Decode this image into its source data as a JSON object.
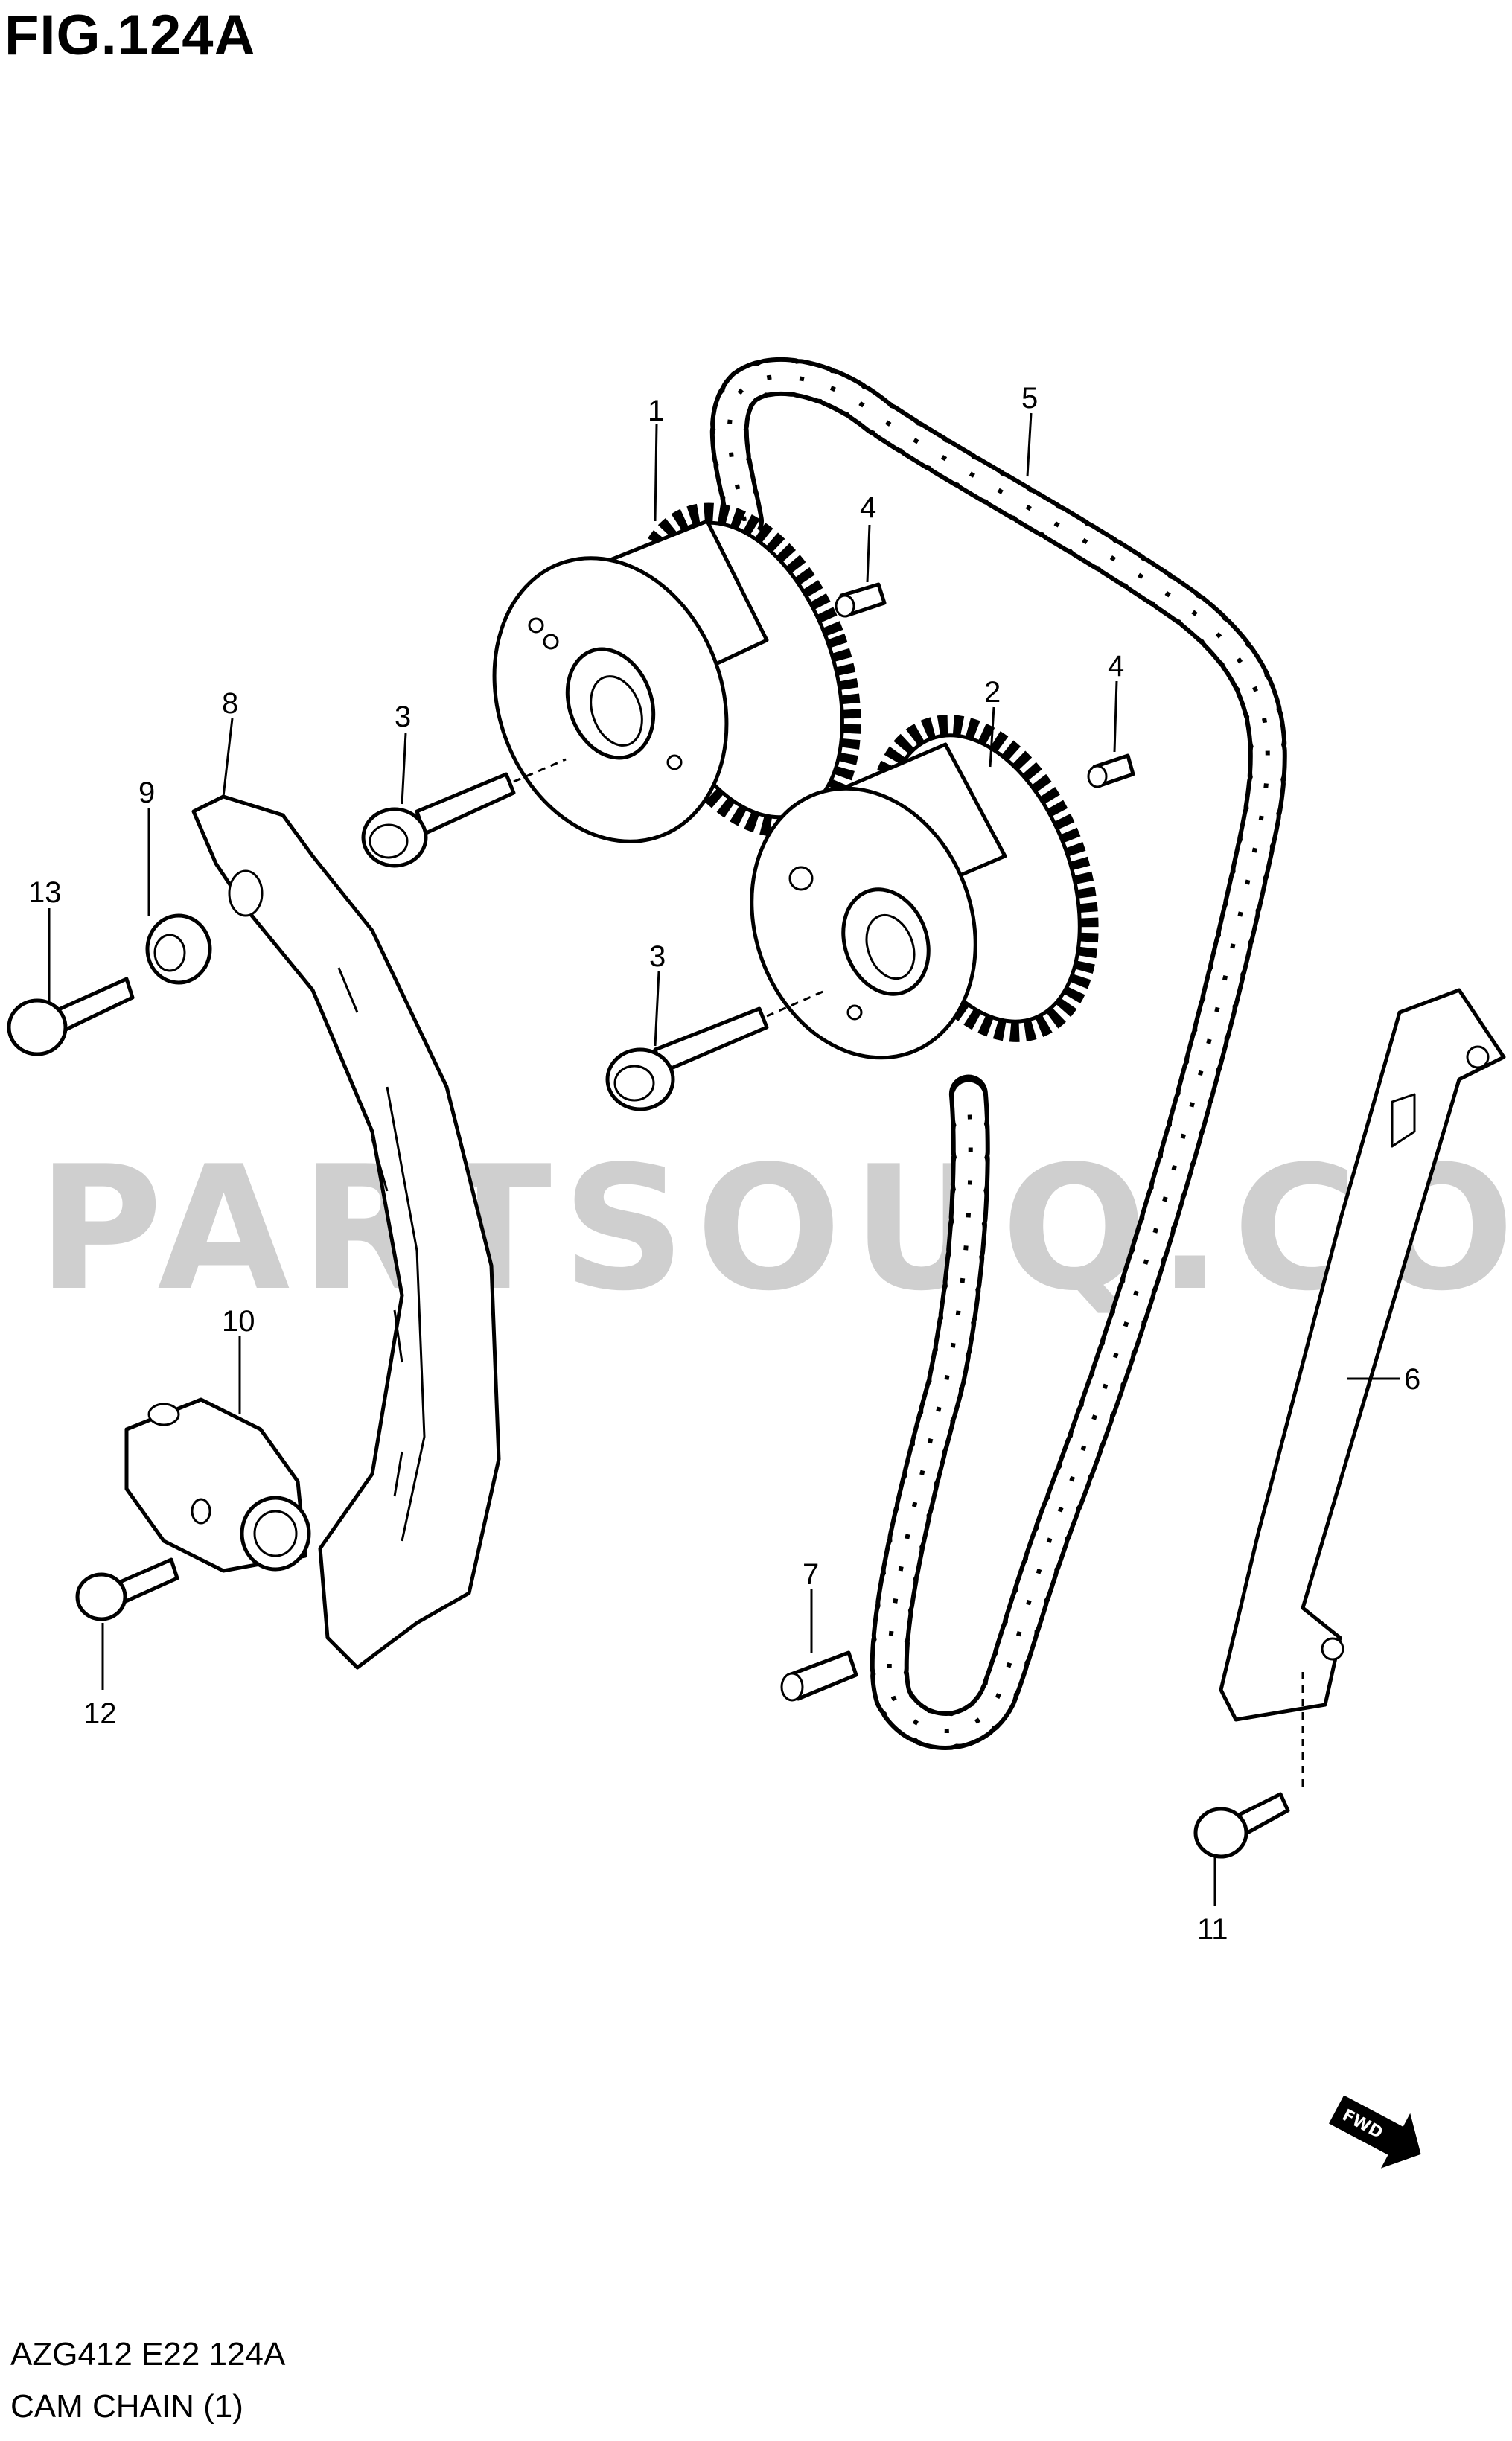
{
  "figure": {
    "title": "FIG.124A",
    "code": "AZG412 E22 124A",
    "name": "CAM CHAIN (1)",
    "watermark": "PARTSOUQ.COM",
    "direction_badge": "FWD"
  },
  "callouts": [
    {
      "id": "1",
      "label": "1"
    },
    {
      "id": "2",
      "label": "2"
    },
    {
      "id": "3a",
      "label": "3"
    },
    {
      "id": "3b",
      "label": "3"
    },
    {
      "id": "4a",
      "label": "4"
    },
    {
      "id": "4b",
      "label": "4"
    },
    {
      "id": "5",
      "label": "5"
    },
    {
      "id": "6",
      "label": "6"
    },
    {
      "id": "7",
      "label": "7"
    },
    {
      "id": "8",
      "label": "8"
    },
    {
      "id": "9",
      "label": "9"
    },
    {
      "id": "10",
      "label": "10"
    },
    {
      "id": "11",
      "label": "11"
    },
    {
      "id": "12",
      "label": "12"
    },
    {
      "id": "13",
      "label": "13"
    }
  ]
}
